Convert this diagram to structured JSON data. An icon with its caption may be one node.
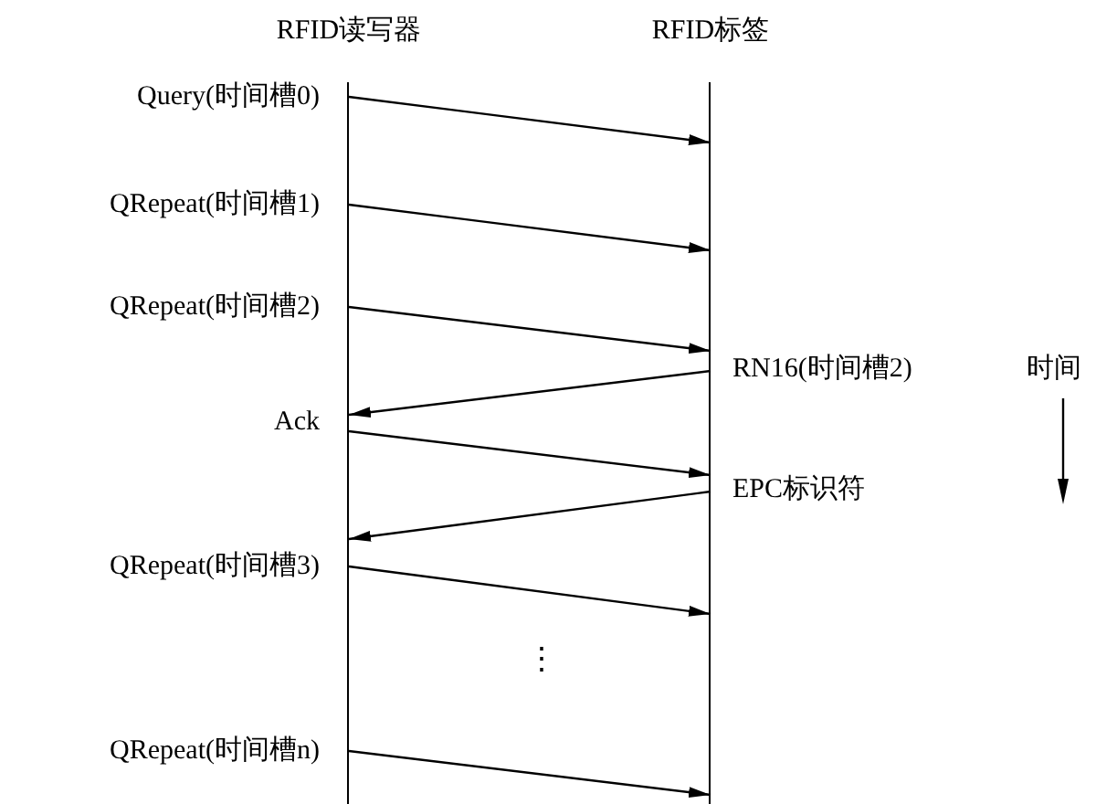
{
  "diagram": {
    "nodes": [
      {
        "text": [
          "RFID读写器"
        ]
      },
      {
        "text": [
          "RFID标签"
        ]
      }
    ],
    "edges": [
      {
        "from": 0,
        "to": 1,
        "arrow": "to",
        "label": "Query(时间槽0)"
      },
      {
        "from": 0,
        "to": 1,
        "arrow": "to",
        "label": "QRepeat(时间槽1)"
      },
      {
        "from": 0,
        "to": 1,
        "arrow": "to",
        "label": "QRepeat(时间槽2)"
      },
      {
        "from": 1,
        "to": 0,
        "arrow": "to",
        "label": "RN16(时间槽2)"
      },
      {
        "from": 0,
        "to": 1,
        "arrow": "to",
        "label": "Ack"
      },
      {
        "from": 1,
        "to": 0,
        "arrow": "to",
        "label": "EPC标识符"
      },
      {
        "from": 0,
        "to": 1,
        "arrow": "to",
        "label": "QRepeat(时间槽3)"
      },
      {
        "from": 0,
        "to": 1,
        "arrow": "to",
        "label": "QRepeat(时间槽n)"
      }
    ],
    "labels": [
      "⋮",
      "时间"
    ]
  }
}
